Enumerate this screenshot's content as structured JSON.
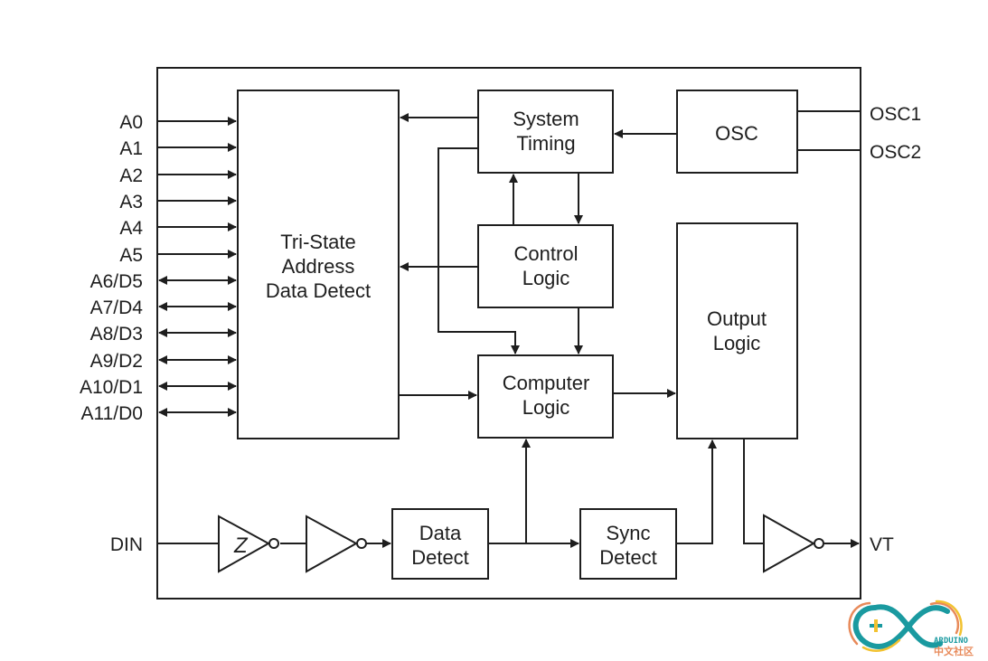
{
  "diagram": {
    "type": "block-diagram",
    "blocks": {
      "tristate": {
        "lines": [
          "Tri-State",
          "Address",
          "Data Detect"
        ]
      },
      "system_timing": {
        "lines": [
          "System",
          "Timing"
        ]
      },
      "osc": {
        "lines": [
          "OSC"
        ]
      },
      "control_logic": {
        "lines": [
          "Control",
          "Logic"
        ]
      },
      "output_logic": {
        "lines": [
          "Output",
          "Logic"
        ]
      },
      "computer_logic": {
        "lines": [
          "Computer",
          "Logic"
        ]
      },
      "data_detect": {
        "lines": [
          "Data",
          "Detect"
        ]
      },
      "sync_detect": {
        "lines": [
          "Sync",
          "Detect"
        ]
      }
    },
    "left_pins": [
      {
        "label": "A0",
        "direction": "in"
      },
      {
        "label": "A1",
        "direction": "in"
      },
      {
        "label": "A2",
        "direction": "in"
      },
      {
        "label": "A3",
        "direction": "in"
      },
      {
        "label": "A4",
        "direction": "in"
      },
      {
        "label": "A5",
        "direction": "in"
      },
      {
        "label": "A6/D5",
        "direction": "bidirectional"
      },
      {
        "label": "A7/D4",
        "direction": "bidirectional"
      },
      {
        "label": "A8/D3",
        "direction": "bidirectional"
      },
      {
        "label": "A9/D2",
        "direction": "bidirectional"
      },
      {
        "label": "A10/D1",
        "direction": "bidirectional"
      },
      {
        "label": "A11/D0",
        "direction": "bidirectional"
      }
    ],
    "right_pins": {
      "osc1": "OSC1",
      "osc2": "OSC2",
      "vt": "VT"
    },
    "input_pin": "DIN",
    "schmitt_symbol": "Z"
  },
  "watermark": {
    "brand": "ARDUINO",
    "subtitle": "中文社区",
    "colors": {
      "teal": "#1a9aa0",
      "orange": "#e88a5a",
      "yellow": "#f2c230"
    }
  }
}
